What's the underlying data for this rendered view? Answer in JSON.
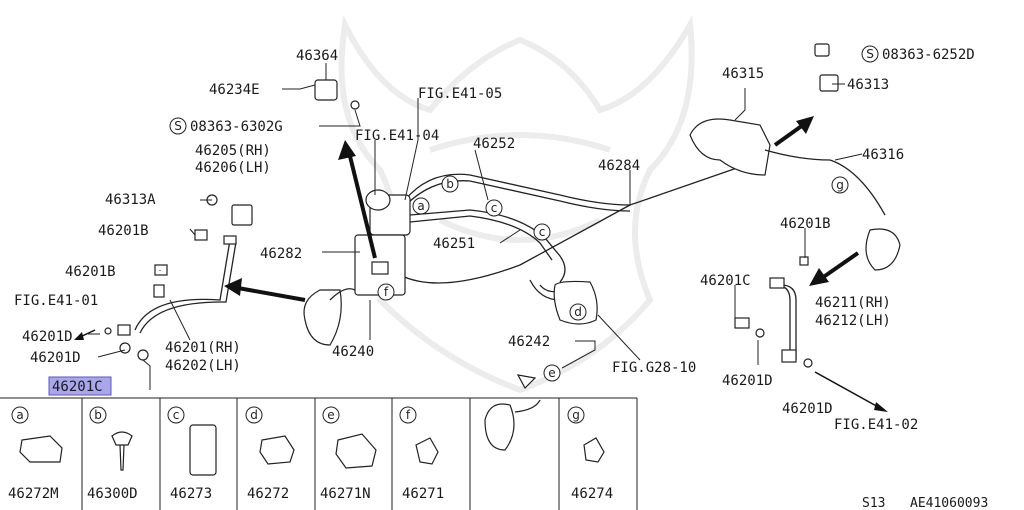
{
  "labels": {
    "p46364": "46364",
    "p46234E": "46234E",
    "s08363_6302G": "08363-6302G",
    "fig_e41_05": "FIG.E41-05",
    "fig_e41_04": "FIG.E41-04",
    "p46205": "46205(RH)",
    "p46206": "46206(LH)",
    "p46252": "46252",
    "p46284": "46284",
    "p46313A": "46313A",
    "p46201B_a": "46201B",
    "p46251": "46251",
    "p46282": "46282",
    "p46201B_b": "46201B",
    "fig_e41_01": "FIG.E41-01",
    "p46201D_a": "46201D",
    "p46201D_b": "46201D",
    "p46201": "46201(RH)",
    "p46202": "46202(LH)",
    "p46240": "46240",
    "p46242": "46242",
    "fig_g28_10": "FIG.G28-10",
    "p46315": "46315",
    "s08363_6252D": "08363-6252D",
    "p46313": "46313",
    "p46316": "46316",
    "p46201B_c": "46201B",
    "p46201C": "46201C",
    "p46211": "46211(RH)",
    "p46212": "46212(LH)",
    "p46201D_c": "46201D",
    "p46201D_d": "46201D",
    "fig_e41_02": "FIG.E41-02",
    "highlight": "46201C",
    "s_symbol": "S",
    "footer_page": "S13",
    "footer_code": "AE41060093"
  },
  "callouts": [
    "a",
    "b",
    "c",
    "d",
    "e",
    "f",
    "g"
  ],
  "legend": [
    {
      "letter": "a",
      "part": "46272M"
    },
    {
      "letter": "b",
      "part": "46300D"
    },
    {
      "letter": "c",
      "part": "46273"
    },
    {
      "letter": "d",
      "part": "46272"
    },
    {
      "letter": "e",
      "part": "46271N"
    },
    {
      "letter": "f",
      "part": "46271"
    },
    {
      "letter": "g",
      "part": "46274"
    }
  ],
  "colors": {
    "highlight_fill": "#a9a6ea",
    "line": "#222222",
    "watermark": "#ececec"
  }
}
